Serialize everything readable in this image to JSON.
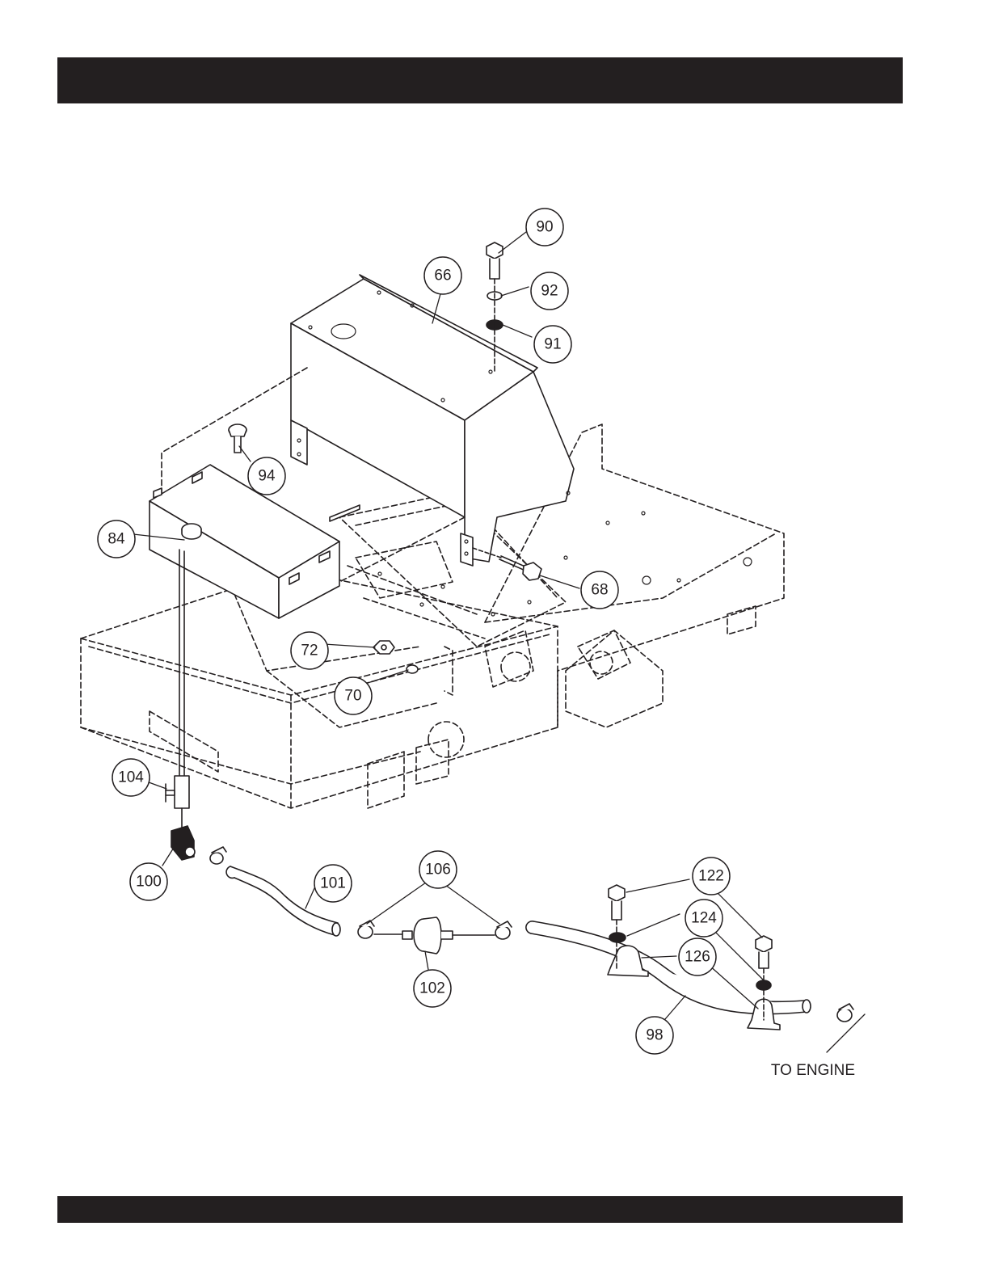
{
  "callouts": [
    {
      "id": "c90",
      "label": "90"
    },
    {
      "id": "c92",
      "label": "92"
    },
    {
      "id": "c91",
      "label": "91"
    },
    {
      "id": "c66",
      "label": "66"
    },
    {
      "id": "c94",
      "label": "94"
    },
    {
      "id": "c84",
      "label": "84"
    },
    {
      "id": "c68",
      "label": "68"
    },
    {
      "id": "c72",
      "label": "72"
    },
    {
      "id": "c70",
      "label": "70"
    },
    {
      "id": "c104",
      "label": "104"
    },
    {
      "id": "c100",
      "label": "100"
    },
    {
      "id": "c101",
      "label": "101"
    },
    {
      "id": "c106",
      "label": "106"
    },
    {
      "id": "c102",
      "label": "102"
    },
    {
      "id": "c122",
      "label": "122"
    },
    {
      "id": "c124",
      "label": "124"
    },
    {
      "id": "c126",
      "label": "126"
    },
    {
      "id": "c98",
      "label": "98"
    }
  ],
  "destination_label": "TO ENGINE",
  "colors": {
    "ink": "#231f20",
    "background": "#ffffff"
  }
}
